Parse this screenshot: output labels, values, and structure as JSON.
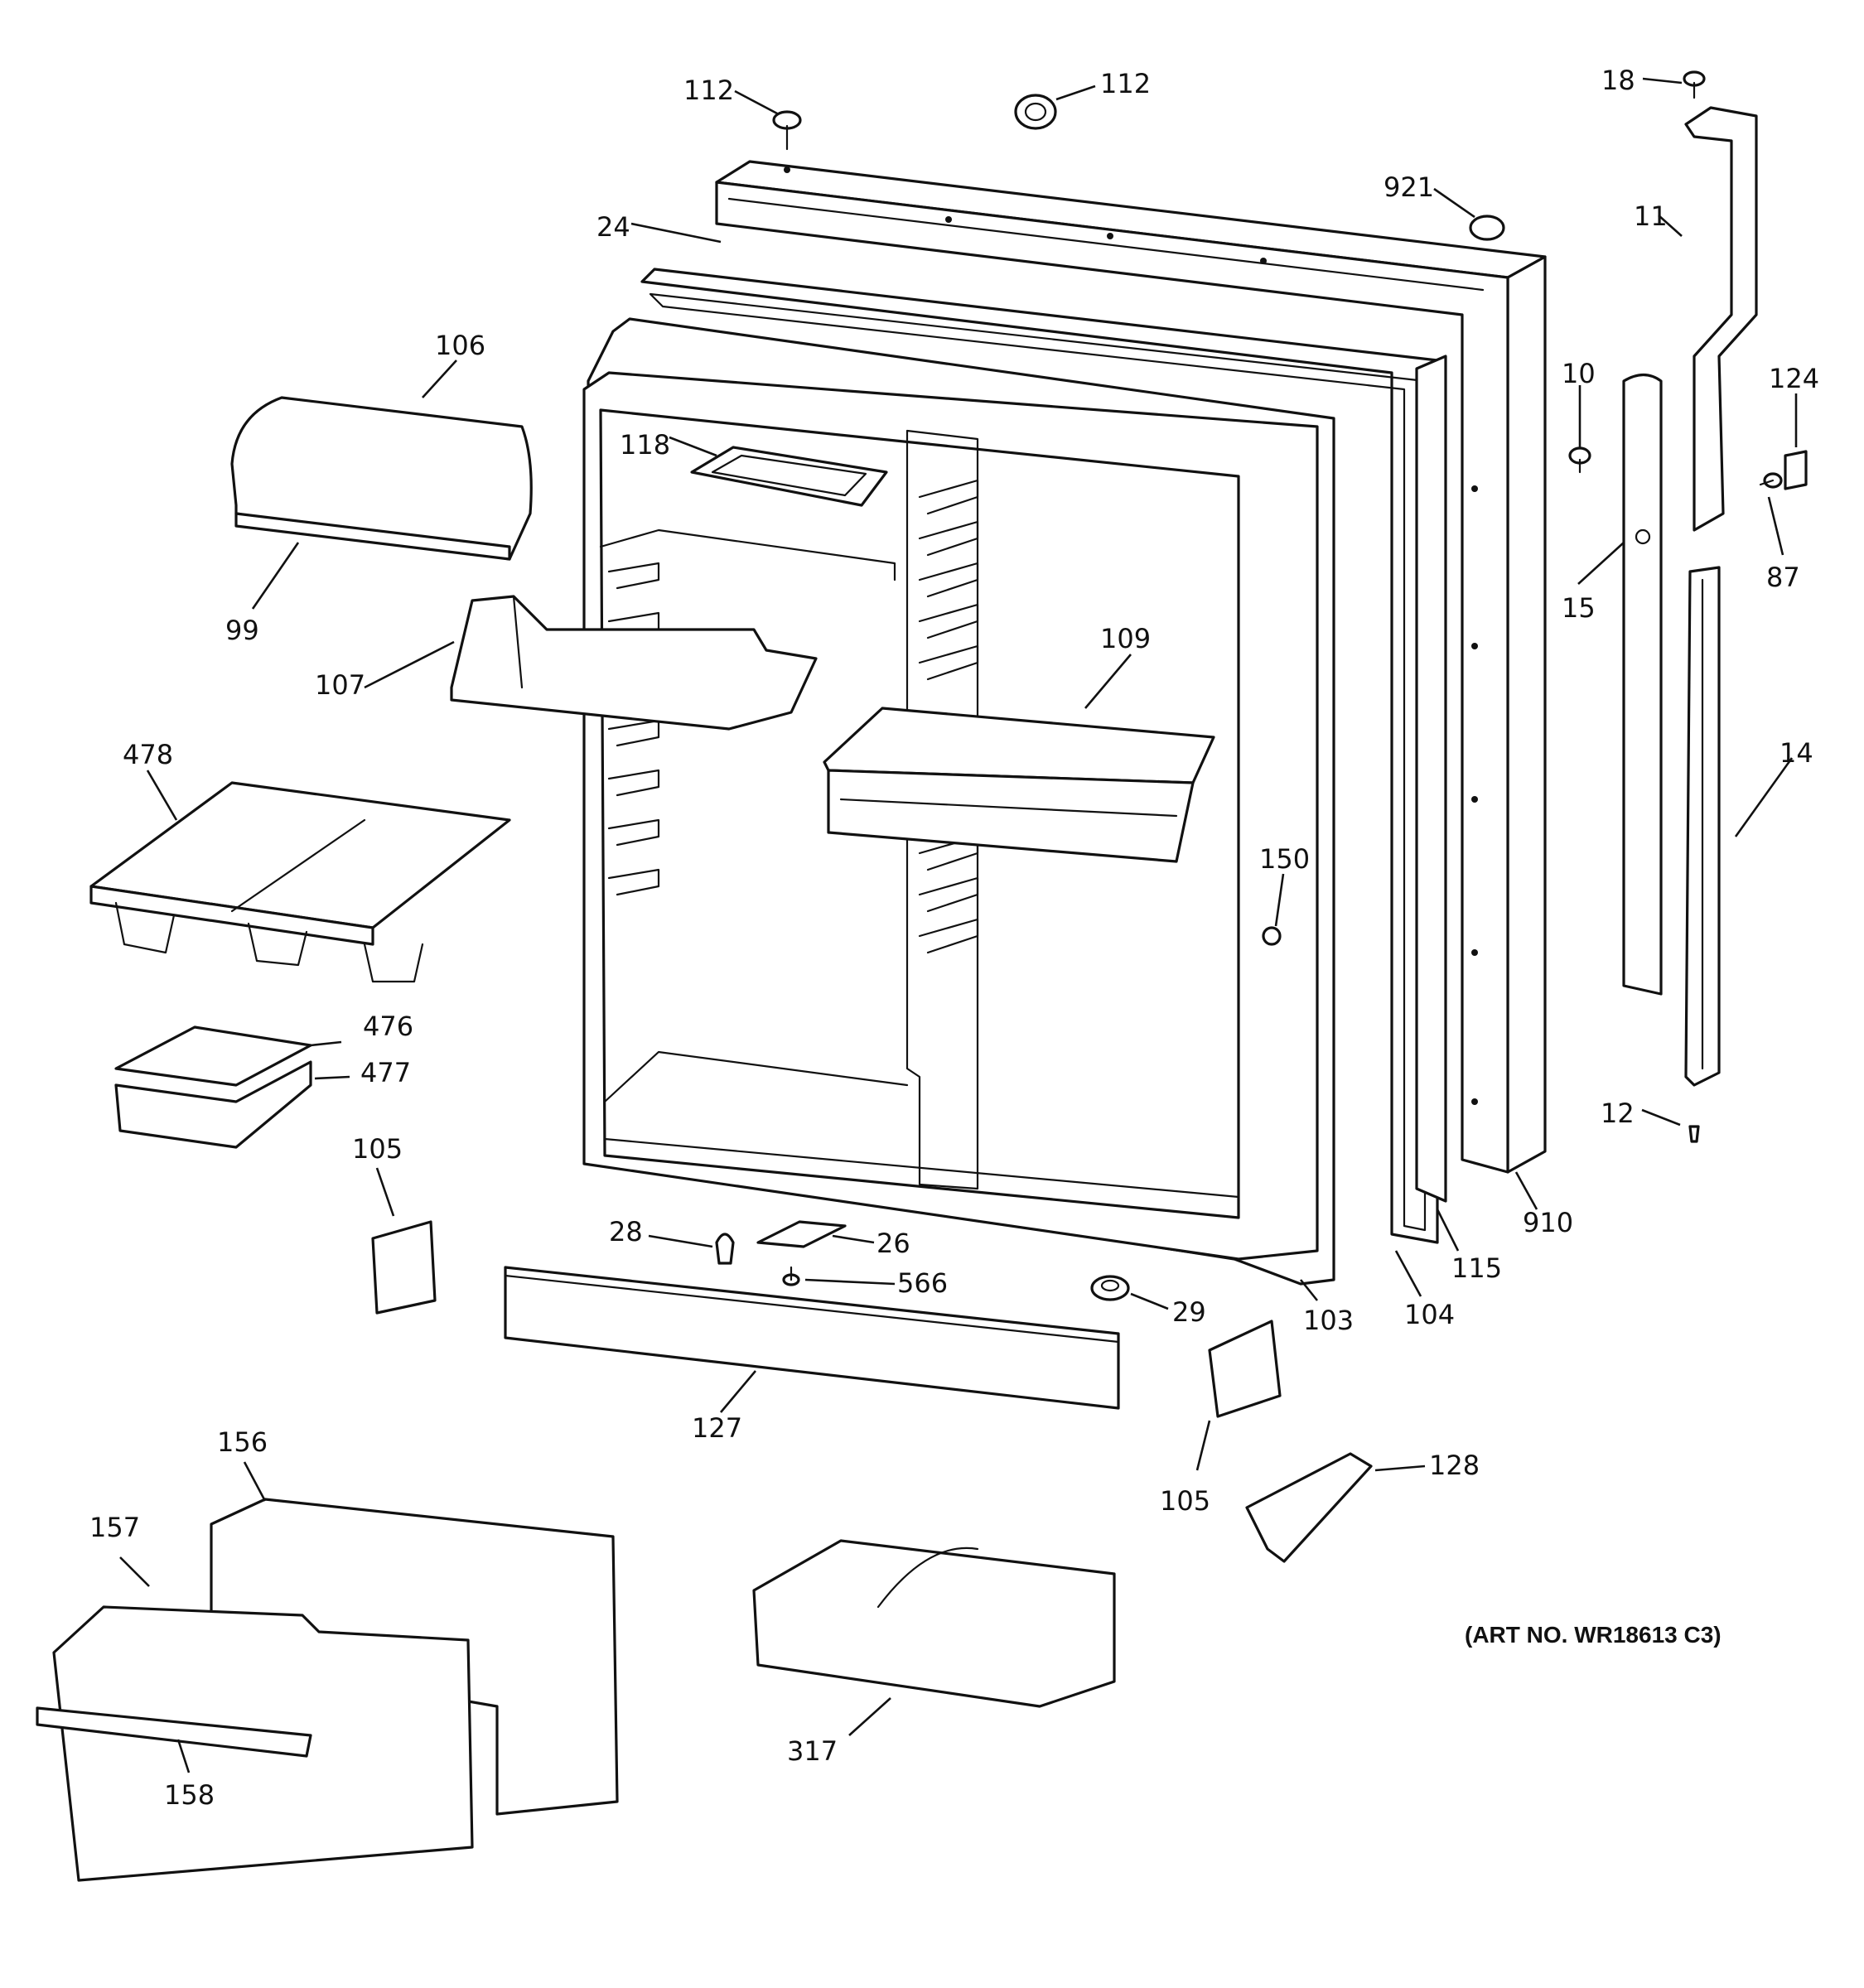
{
  "diagram": {
    "art_number": "(ART NO. WR18613 C3)",
    "part_labels": {
      "p112a": "112",
      "p112b": "112",
      "p18": "18",
      "p921": "921",
      "p24": "24",
      "p11": "11",
      "p106": "106",
      "p118": "118",
      "p10": "10",
      "p124": "124",
      "p99": "99",
      "p87": "87",
      "p15": "15",
      "p107": "107",
      "p109": "109",
      "p478": "478",
      "p14": "14",
      "p150": "150",
      "p476": "476",
      "p477": "477",
      "p12": "12",
      "p105a": "105",
      "p910": "910",
      "p28": "28",
      "p26": "26",
      "p566": "566",
      "p115": "115",
      "p29": "29",
      "p104": "104",
      "p103": "103",
      "p127": "127",
      "p128": "128",
      "p105b": "105",
      "p156": "156",
      "p157": "157",
      "p317": "317",
      "p158": "158"
    }
  }
}
